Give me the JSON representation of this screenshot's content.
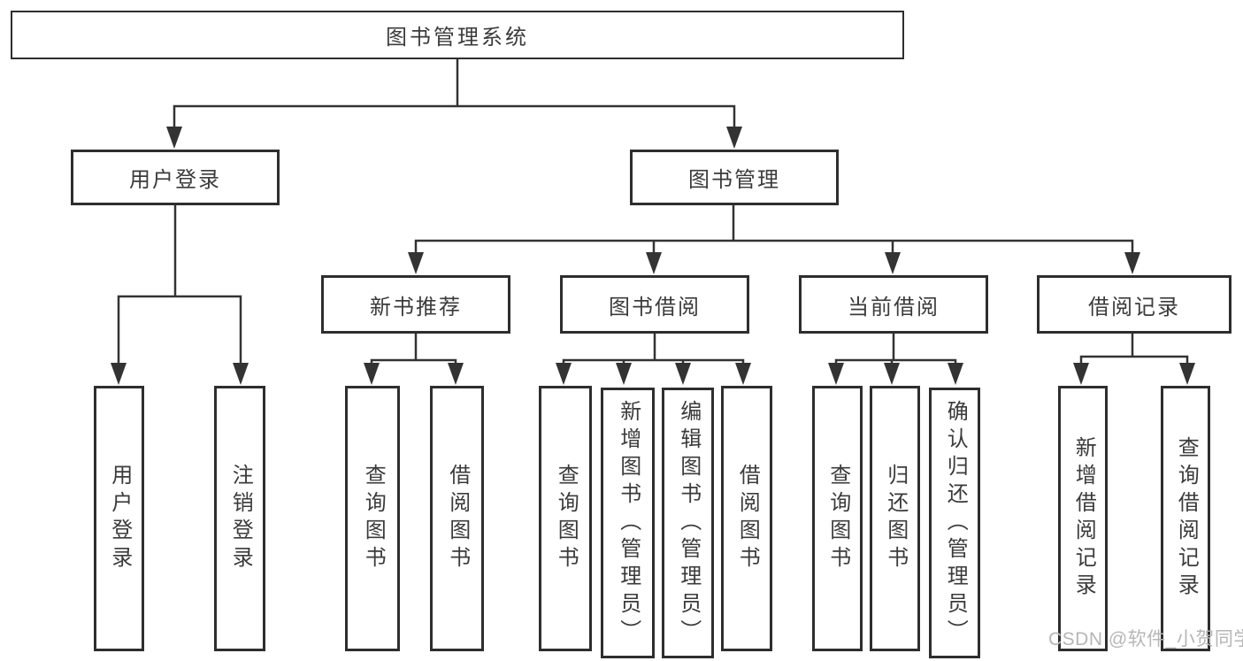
{
  "chart": {
    "root": {
      "label": "图书管理系统"
    },
    "branches": [
      {
        "label": "用户登录",
        "children": [
          {
            "label": "用户登录"
          },
          {
            "label": "注销登录"
          }
        ]
      },
      {
        "label": "图书管理",
        "children": [
          {
            "label": "新书推荐",
            "children": [
              {
                "label": "查询图书"
              },
              {
                "label": "借阅图书"
              }
            ]
          },
          {
            "label": "图书借阅",
            "children": [
              {
                "label": "查询图书"
              },
              {
                "label": "新增图书（管理员）"
              },
              {
                "label": "编辑图书（管理员）"
              },
              {
                "label": "借阅图书"
              }
            ]
          },
          {
            "label": "当前借阅",
            "children": [
              {
                "label": "查询图书"
              },
              {
                "label": "归还图书"
              },
              {
                "label": "确认归还（管理员）"
              }
            ]
          },
          {
            "label": "借阅记录",
            "children": [
              {
                "label": "新增借阅记录"
              },
              {
                "label": "查询借阅记录"
              }
            ]
          }
        ]
      }
    ]
  },
  "watermark": {
    "text": "CSDN @软件_小贺同学"
  },
  "colors": {
    "line": "#333333",
    "box_border": "#2e2e2e",
    "text": "#3b3b3b",
    "watermark": "#b6b6b6",
    "background": "#ffffff"
  }
}
